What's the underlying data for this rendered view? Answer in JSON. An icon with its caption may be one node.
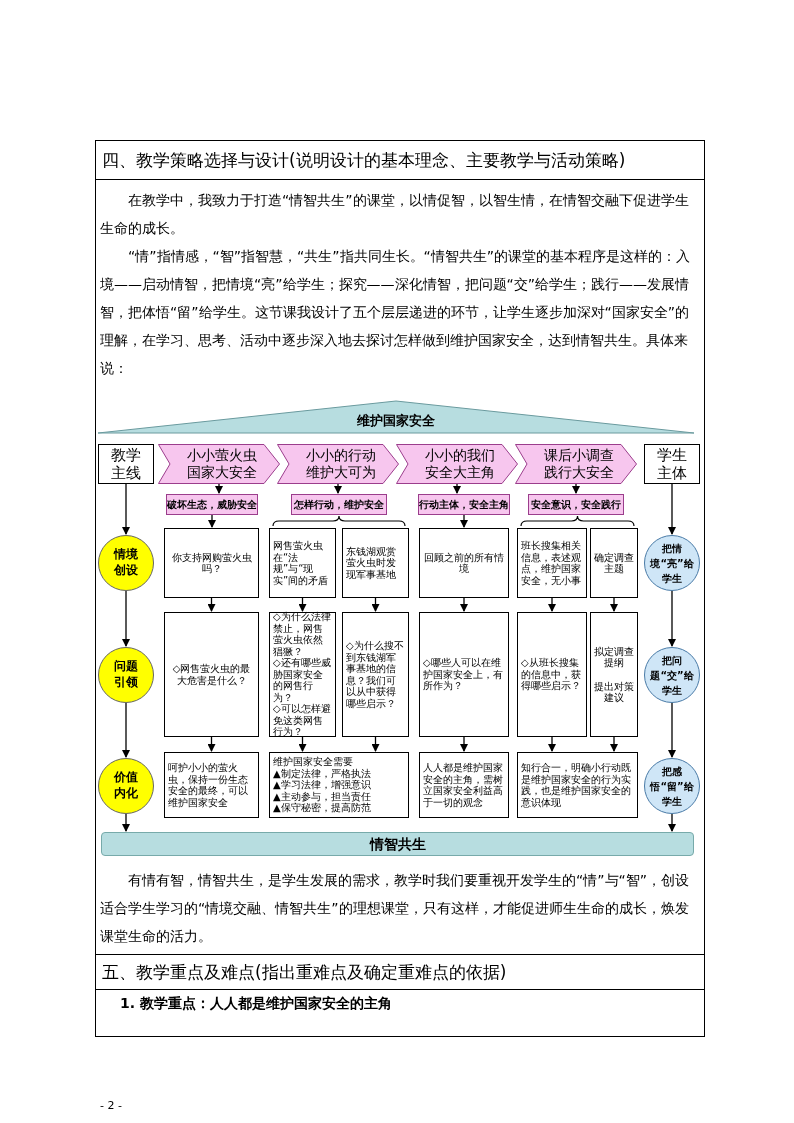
{
  "diagram": {
    "title": "四、教学策略选择与设计(说明设计的基本理念、主要教学与活动策略)",
    "nodes": [
      {
        "text": [
          "维护国家安全"
        ]
      },
      {
        "text": [
          "教学主线"
        ]
      },
      {
        "text": [
          "小小萤火虫国家大安全"
        ]
      },
      {
        "text": [
          "小小的行动维护大可为"
        ]
      },
      {
        "text": [
          "小小的我们安全大主角"
        ]
      },
      {
        "text": [
          "课后小调查践行大安全"
        ]
      },
      {
        "text": [
          "学生主体"
        ]
      },
      {
        "text": [
          "破坏生态，威胁安全"
        ]
      },
      {
        "text": [
          "怎样行动，维护安全"
        ]
      },
      {
        "text": [
          "行动主体，安全主角"
        ]
      },
      {
        "text": [
          "安全意识，安全践行"
        ]
      },
      {
        "text": [
          "情境创设"
        ]
      },
      {
        "text": [
          "你支持网购萤火虫吗？"
        ]
      },
      {
        "text": [
          "网售萤火虫在“法规”与“现实”间的矛盾"
        ]
      },
      {
        "text": [
          "东钱湖观赏萤火虫时发现军事基地"
        ]
      },
      {
        "text": [
          "回顾之前的所有情境"
        ]
      },
      {
        "text": [
          "班长搜集相关信息，表述观点，维护国家安全，无小事"
        ]
      },
      {
        "text": [
          "确定调查主题"
        ]
      },
      {
        "text": [
          "把情境“亮”给学生"
        ]
      },
      {
        "text": [
          "问题引领"
        ]
      },
      {
        "text": [
          "◇网售萤火虫的最大危害是什么？"
        ]
      },
      {
        "text": [
          "◇为什么法律禁止，网售萤火虫依然猖獗？",
          "◇还有哪些威胁国家安全的网售行为？",
          "◇可以怎样避免这类网售行为？"
        ]
      },
      {
        "text": [
          "◇为什么搜不到东钱湖军事基地的信息？我们可以从中获得哪些启示？"
        ]
      },
      {
        "text": [
          "◇哪些人可以在维护国家安全上，有所作为？"
        ]
      },
      {
        "text": [
          "◇从班长搜集的信息中，获得哪些启示？"
        ]
      },
      {
        "text": [
          "拟定调查提纲",
          "提出对策建议"
        ]
      },
      {
        "text": [
          "把问题“交”给学生"
        ]
      },
      {
        "text": [
          "价值内化"
        ]
      },
      {
        "text": [
          "呵护小小的萤火虫，保持一份生态安全的最终，可以维护国家安全"
        ]
      },
      {
        "text": [
          "维护国家安全需要",
          "▲制定法律，严格执法",
          "▲学习法律，增强意识",
          "▲主动参与，担当责任",
          "▲保守秘密，提高防范"
        ]
      },
      {
        "text": [
          "人人都是维护国家安全的主角，需树立国家安全利益高于一切的观念"
        ]
      },
      {
        "text": [
          "知行合一，明确小行动既是维护国家安全的行为实践，也是维护国家安全的意识体现"
        ]
      },
      {
        "text": [
          "把感悟“留”给学生"
        ]
      },
      {
        "text": [
          "情智共生"
        ]
      }
    ],
    "edges": [
      {
        "from": 1,
        "to": 11,
        "arrow": "to"
      },
      {
        "from": 11,
        "to": 19,
        "arrow": "to"
      },
      {
        "from": 19,
        "to": 27,
        "arrow": "to"
      },
      {
        "from": 27,
        "to": 33,
        "arrow": "to"
      },
      {
        "from": 6,
        "to": 18,
        "arrow": "to"
      },
      {
        "from": 18,
        "to": 26,
        "arrow": "to"
      },
      {
        "from": 26,
        "to": 32,
        "arrow": "to"
      },
      {
        "from": 32,
        "to": 33,
        "arrow": "to"
      },
      {
        "from": 2,
        "to": 7,
        "arrow": "to"
      },
      {
        "from": 3,
        "to": 8,
        "arrow": "to"
      },
      {
        "from": 4,
        "to": 9,
        "arrow": "to"
      },
      {
        "from": 5,
        "to": 10,
        "arrow": "to"
      },
      {
        "from": 7,
        "to": 12,
        "arrow": "to"
      },
      {
        "from": 12,
        "to": 20,
        "arrow": "to"
      },
      {
        "from": 20,
        "to": 28,
        "arrow": "to"
      },
      {
        "from": 13,
        "to": 21,
        "arrow": "to"
      },
      {
        "from": 14,
        "to": 22,
        "arrow": "to"
      },
      {
        "from": 21,
        "to": 29,
        "arrow": "to"
      },
      {
        "from": 22,
        "to": 29,
        "arrow": "to"
      },
      {
        "from": 9,
        "to": 15,
        "arrow": "to"
      },
      {
        "from": 15,
        "to": 23,
        "arrow": "to"
      },
      {
        "from": 23,
        "to": 30,
        "arrow": "to"
      },
      {
        "from": 16,
        "to": 24,
        "arrow": "to"
      },
      {
        "from": 17,
        "to": 25,
        "arrow": "to"
      },
      {
        "from": 24,
        "to": 31,
        "arrow": "to"
      },
      {
        "from": 25,
        "to": 31,
        "arrow": "to"
      }
    ],
    "labels": [
      "在教学中，我致力于打造“情智共生”的课堂，以情促智，以智生情，在情智交融下促进学生生命的成长。",
      "“情”指情感，“智”指智慧，“共生”指共同生长。“情智共生”的课堂的基本程序是这样的：入境——启动情智，把情境“亮”给学生；探究——深化情智，把问题“交”给学生；践行——发展情智，把体悟“留”给学生。这节课我设计了五个层层递进的环节，让学生逐步加深对“国家安全”的理解，在学习、思考、活动中逐步深入地去探讨怎样做到维护国家安全，达到情智共生。具体来说：",
      "有情有智，情智共生，是学生发展的需求，教学时我们要重视开发学生的“情”与“智”，创设适合学生学习的“情境交融、情智共生”的理想课堂，只有这样，才能促进师生生命的成长，焕发课堂生命的活力。",
      "五、教学重点及难点(指出重难点及确定重难点的依据)",
      "1. 教学重点：人人都是维护国家安全的主角",
      "- 2 -"
    ]
  }
}
